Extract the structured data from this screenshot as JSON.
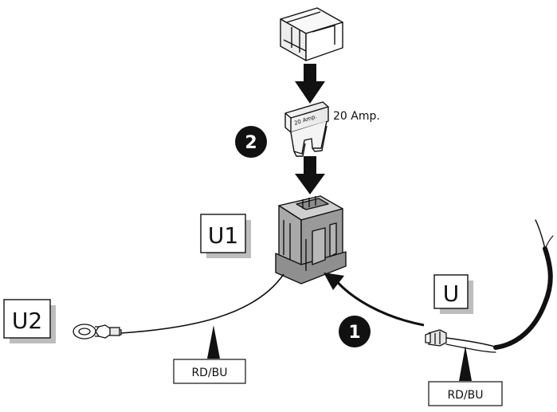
{
  "diagram": {
    "fuse_rating": "20 Amp.",
    "fuse_face": "20 Amp.",
    "step_1": "1",
    "step_2": "2",
    "label_u1": "U1",
    "label_u2": "U2",
    "label_u": "U",
    "wire_left": "RD/BU",
    "wire_right": "RD/BU"
  }
}
